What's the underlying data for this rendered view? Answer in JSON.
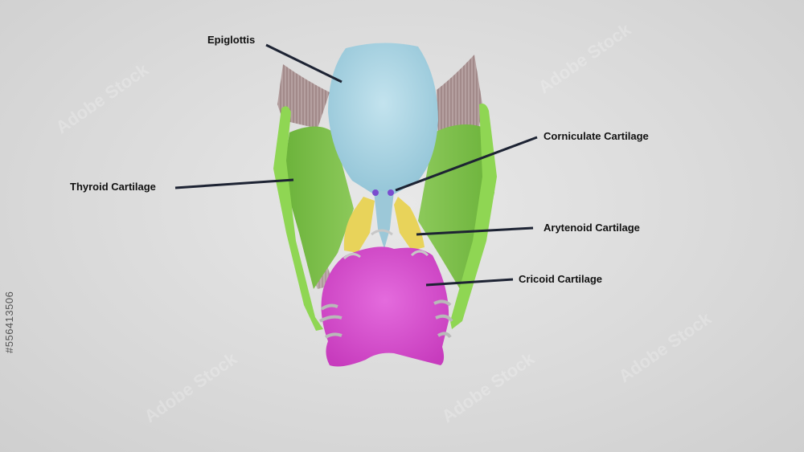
{
  "labels": {
    "epiglottis": "Epiglottis",
    "thyroid": "Thyroid Cartilage",
    "corniculate": "Corniculate Cartilage",
    "arytenoid": "Arytenoid Cartilage",
    "cricoid": "Cricoid Cartilage"
  },
  "stock_id": "#556413506",
  "watermark_text": "Adobe Stock",
  "colors": {
    "epiglottis": "#a9d4e3",
    "thyroid": "#7fc24a",
    "thyroid_rim": "#8fd653",
    "arytenoid": "#e8d35a",
    "corniculate": "#7a4ccf",
    "cricoid": "#d94fd1",
    "muscle": "#a89090",
    "leader_line": "#1d2333"
  }
}
